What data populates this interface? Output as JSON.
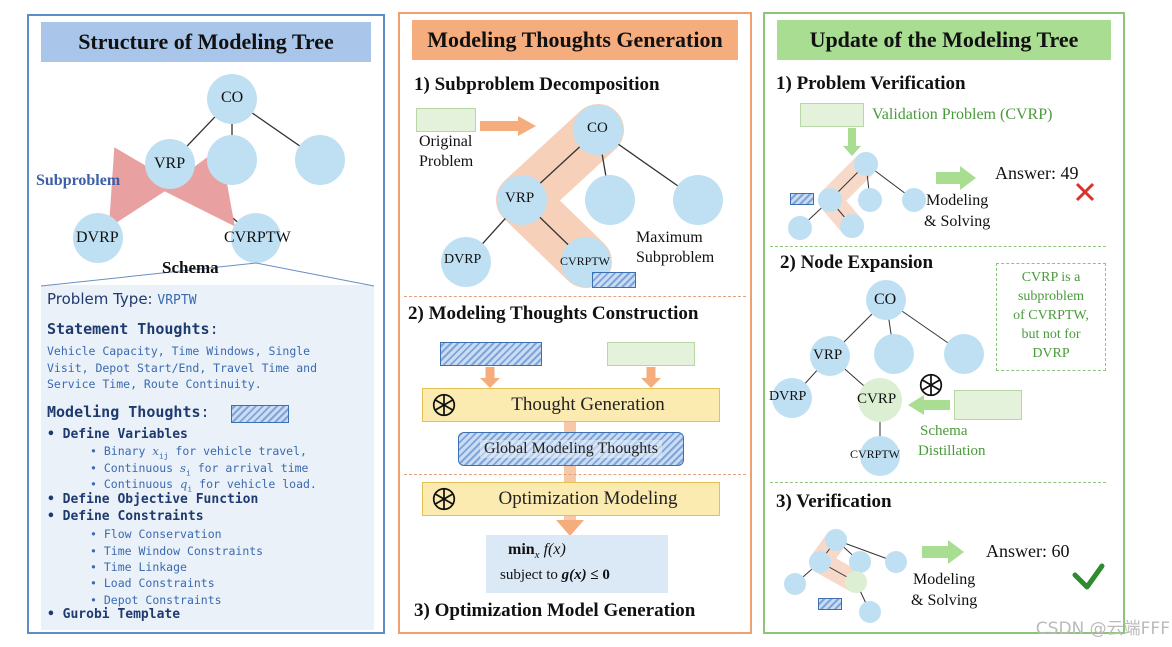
{
  "panel1": {
    "title": "Structure of Modeling Tree",
    "tree": {
      "root": "CO",
      "child": "VRP",
      "leaf_left": "DVRP",
      "leaf_right": "CVRPTW"
    },
    "subproblem_label": "Subproblem",
    "schema_label": "Schema",
    "problem_type_label": "Problem Type:",
    "problem_type_value": "VRPTW",
    "statement_thoughts_label": "Statement Thoughts",
    "statement_thoughts_colon": ":",
    "statement_lines": [
      "Vehicle Capacity, Time Windows, Single",
      "Visit, Depot Start/End, Travel Time and",
      "Service Time, Route Continuity."
    ],
    "modeling_thoughts_label": "Modeling Thoughts",
    "modeling_thoughts_colon": ":",
    "define_variables": "Define Variables",
    "variables": [
      {
        "pre": "Binary ",
        "sym": "x",
        "sub": "ij",
        "post": " for vehicle travel,"
      },
      {
        "pre": "Continuous ",
        "sym": "s",
        "sub": "i",
        "post": " for arrival time"
      },
      {
        "pre": "Continuous ",
        "sym": "q",
        "sub": "i",
        "post": " for vehicle load."
      }
    ],
    "define_objective": "Define Objective Function",
    "define_constraints": "Define Constraints",
    "constraints": [
      "Flow Conservation",
      "Time Window Constraints",
      "Time Linkage",
      "Load Constraints",
      "Depot Constraints"
    ],
    "gurobi": "Gurobi Template"
  },
  "panel2": {
    "title": "Modeling Thoughts Generation",
    "sec1": "1) Subproblem Decomposition",
    "original_problem": [
      "Original",
      "Problem"
    ],
    "tree": {
      "root": "CO",
      "child": "VRP",
      "leaf_left": "DVRP",
      "leaf_right": "CVRPTW"
    },
    "maximum_subproblem": [
      "Maximum",
      "Subproblem"
    ],
    "sec2": "2) Modeling Thoughts Construction",
    "thought_generation": "Thought Generation",
    "global_modeling_thoughts": "Global Modeling Thoughts",
    "optimization_modeling": "Optimization Modeling",
    "formula_line1": "min",
    "formula_sub": "x",
    "formula_fx": " f(x)",
    "formula_line2_pre": "subject to ",
    "formula_line2_g": "g(x)",
    "formula_line2_post": " ≤ 0",
    "sec3": "3) Optimization Model Generation"
  },
  "panel3": {
    "title": "Update of the Modeling Tree",
    "sec1": "1) Problem Verification",
    "validation_problem": "Validation Problem (CVRP)",
    "answer1": "Answer: 49",
    "modeling_solving": [
      "Modeling",
      "& Solving"
    ],
    "sec2": "2) Node Expansion",
    "note": [
      "CVRP is a",
      "subproblem",
      "of CVRPTW,",
      "but not for",
      "DVRP"
    ],
    "tree": {
      "root": "CO",
      "child": "VRP",
      "leaf_left": "DVRP",
      "new_node": "CVRP",
      "leaf_bottom": "CVRPTW"
    },
    "schema_distillation": [
      "Schema",
      "Distillation"
    ],
    "sec3": "3) Verification",
    "answer2": "Answer: 60",
    "modeling_solving2": [
      "Modeling",
      "& Solving"
    ]
  },
  "colors": {
    "blue_node": "#bfe0f3",
    "blue_panel": "#5b8dc8",
    "orange_panel": "#f0a070",
    "green_panel": "#8cc47a",
    "cross": "#d9322c",
    "check": "#2e8b2e"
  },
  "watermark": "CSDN @云端FFF"
}
